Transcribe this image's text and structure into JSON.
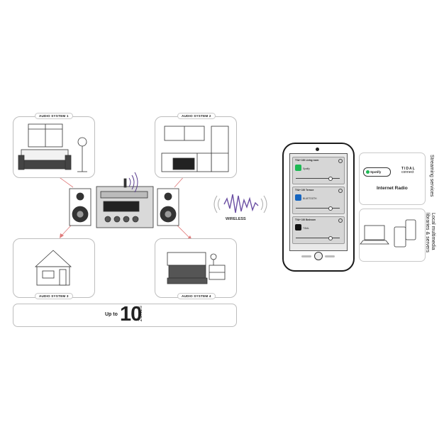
{
  "rooms": {
    "system1": "AUDIO SYSTEM 1",
    "system2": "AUDIO SYSTEM 2",
    "system3": "AUDIO SYSTEM 3",
    "system4": "AUDIO SYSTEM 4"
  },
  "zones": {
    "prefix": "Up to",
    "count": "10",
    "word": "ZONES"
  },
  "wireless_label": "WIRELESS",
  "phone": {
    "cards": [
      {
        "title": "TVA+ 100 Living room",
        "source": "Spotify",
        "icon": "spotify-icon",
        "color": "#1db954"
      },
      {
        "title": "TVA+ 100 Terrace",
        "source": "BLUETOOTH",
        "icon": "bluetooth-icon",
        "color": "#1565c0"
      },
      {
        "title": "TVA+ 100 Bedroom",
        "source": "TIDAL",
        "icon": "tidal-icon",
        "color": "#111111"
      }
    ]
  },
  "services": {
    "streaming_label": "Streaming services",
    "spotify": "Spotify",
    "tidal_brand": "TIDAL",
    "tidal_sub": "connect",
    "internet_radio": "Internet Radio",
    "local_label_line1": "Local multimedia",
    "local_label_line2": "libraries & servers"
  }
}
